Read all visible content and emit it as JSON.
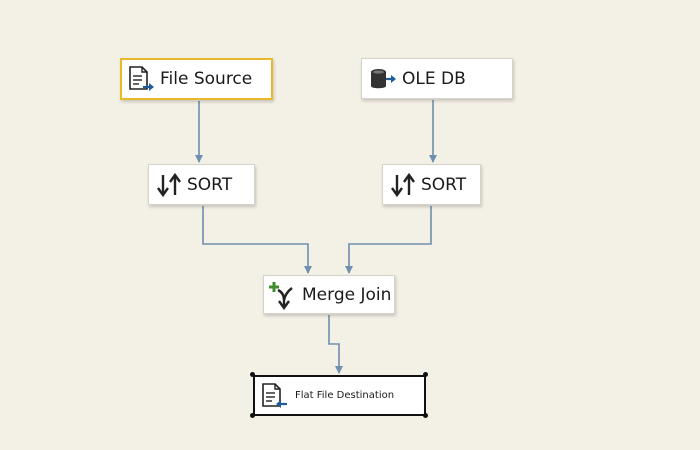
{
  "canvas": {
    "background": "#f3f0e6",
    "connector_color": "#6f8fae"
  },
  "nodes": {
    "file_source": {
      "label": "File Source",
      "icon": "flat-file-source-icon",
      "state": "selected",
      "highlight_color": "#e9b929"
    },
    "ole_db": {
      "label": "OLE DB",
      "icon": "database-source-icon"
    },
    "sort_left": {
      "label": "SORT",
      "icon": "sort-arrows-icon"
    },
    "sort_right": {
      "label": "SORT",
      "icon": "sort-arrows-icon"
    },
    "merge_join": {
      "label": "Merge Join",
      "icon": "merge-join-icon"
    },
    "flat_file_destination": {
      "label": "Flat File Destination",
      "icon": "flat-file-destination-icon",
      "state": "focused"
    }
  },
  "connections": [
    {
      "from": "file_source",
      "to": "sort_left"
    },
    {
      "from": "ole_db",
      "to": "sort_right"
    },
    {
      "from": "sort_left",
      "to": "merge_join"
    },
    {
      "from": "sort_right",
      "to": "merge_join"
    },
    {
      "from": "merge_join",
      "to": "flat_file_destination"
    }
  ]
}
